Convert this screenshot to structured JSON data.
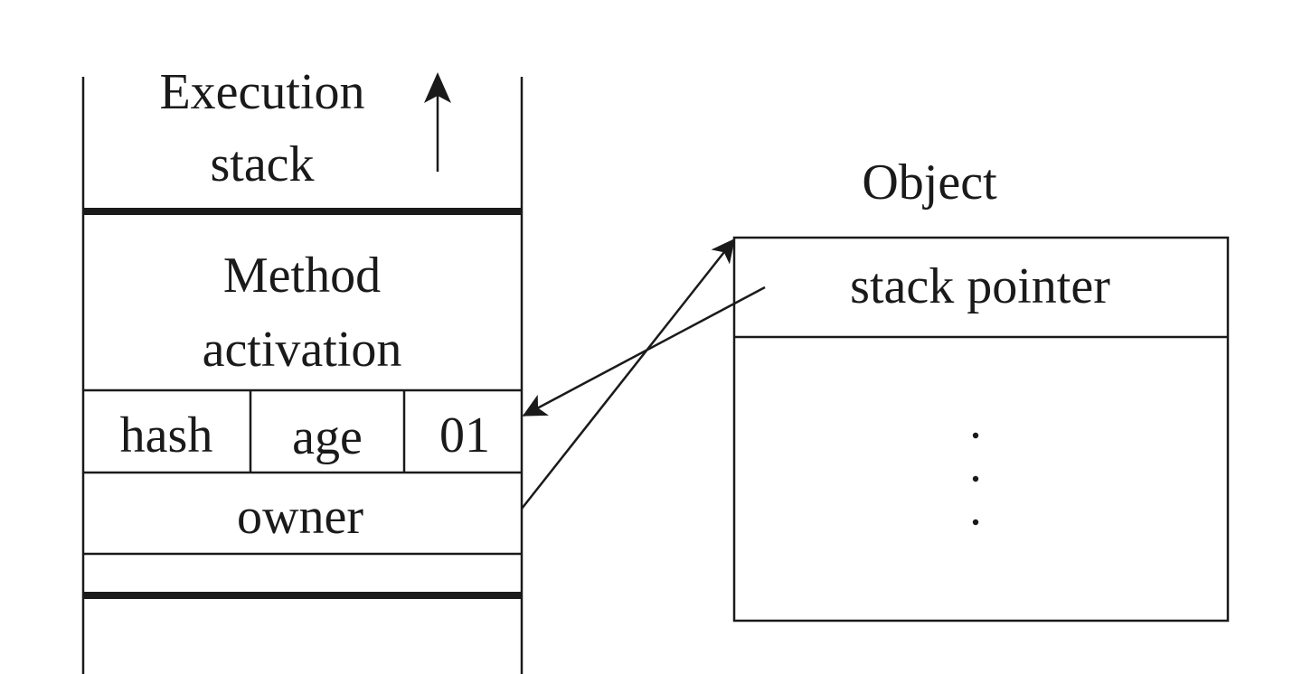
{
  "stack": {
    "title_line1": "Execution",
    "title_line2": "stack",
    "method_line1": "Method",
    "method_line2": "activation",
    "cells": [
      "hash",
      "age",
      "01"
    ],
    "owner": "owner"
  },
  "object": {
    "title": "Object",
    "field": "stack pointer",
    "ellipsis": "⋮"
  }
}
